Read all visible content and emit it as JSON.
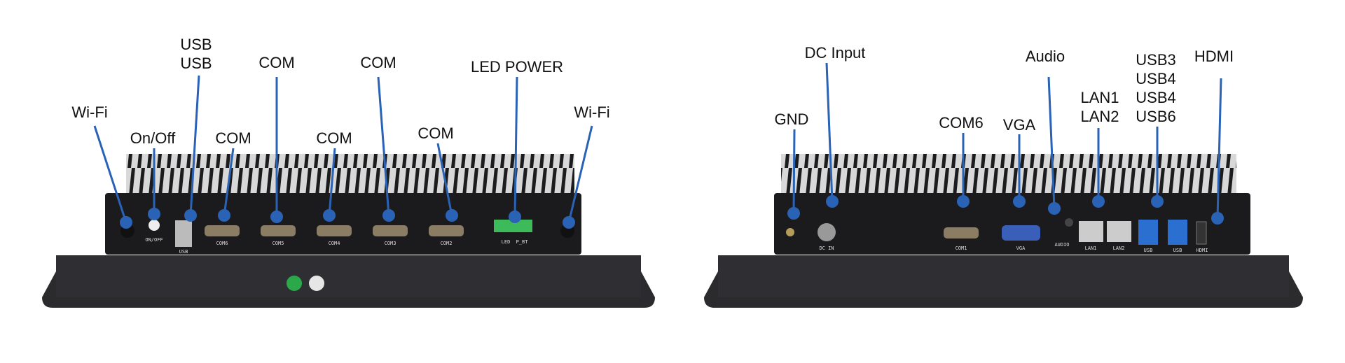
{
  "left_device": {
    "callouts": [
      {
        "id": "usb",
        "lines": [
          "USB",
          "USB"
        ]
      },
      {
        "id": "com-a",
        "lines": [
          "COM"
        ]
      },
      {
        "id": "com-b",
        "lines": [
          "COM"
        ]
      },
      {
        "id": "led-power",
        "lines": [
          "LED POWER"
        ]
      },
      {
        "id": "wifi-left",
        "lines": [
          "Wi-Fi"
        ]
      },
      {
        "id": "on-off",
        "lines": [
          "On/Off"
        ]
      },
      {
        "id": "com-c",
        "lines": [
          "COM"
        ]
      },
      {
        "id": "com-d",
        "lines": [
          "COM"
        ]
      },
      {
        "id": "com-e",
        "lines": [
          "COM"
        ]
      },
      {
        "id": "wifi-right",
        "lines": [
          "Wi-Fi"
        ]
      }
    ],
    "silkscreen": [
      "ON/OFF",
      "USB",
      "COM6",
      "COM5",
      "COM4",
      "COM3",
      "COM2",
      "LED",
      "P_BT"
    ]
  },
  "right_device": {
    "callouts": [
      {
        "id": "gnd",
        "lines": [
          "GND"
        ]
      },
      {
        "id": "dc-input",
        "lines": [
          "DC Input"
        ]
      },
      {
        "id": "com6",
        "lines": [
          "COM6"
        ]
      },
      {
        "id": "vga",
        "lines": [
          "VGA"
        ]
      },
      {
        "id": "audio",
        "lines": [
          "Audio"
        ]
      },
      {
        "id": "lan",
        "lines": [
          "LAN1",
          "LAN2"
        ]
      },
      {
        "id": "usb-group",
        "lines": [
          "USB3",
          "USB4",
          "USB4",
          "USB6"
        ]
      },
      {
        "id": "hdmi",
        "lines": [
          "HDMI"
        ]
      }
    ],
    "silkscreen": [
      "DC IN",
      "COM1",
      "VGA",
      "AUDIO",
      "LAN1",
      "LAN2",
      "USB",
      "USB",
      "HDMI"
    ]
  },
  "colors": {
    "callout": "#2a63b5",
    "body": "#1b1b1d",
    "plate": "#2b2b2e"
  }
}
